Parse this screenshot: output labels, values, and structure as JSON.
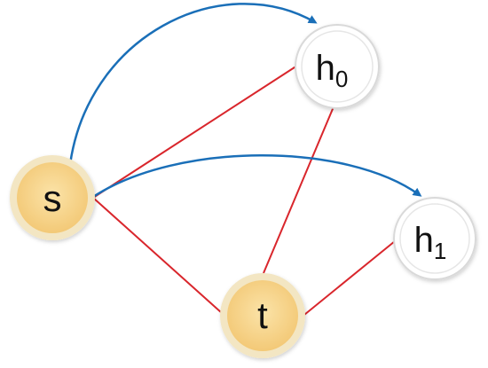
{
  "colors": {
    "red_edge": "#d9262c",
    "blue_edge": "#1a6fb8",
    "highlight_fill": "#f7d58c",
    "highlight_ring": "#f3e6c3",
    "plain_fill": "#ffffff",
    "plain_ring": "#d9d9d9"
  },
  "nodes": {
    "s": {
      "label": "s"
    },
    "t": {
      "label": "t"
    },
    "h0": {
      "label": "h",
      "subscript": "0"
    },
    "h1": {
      "label": "h",
      "subscript": "1"
    }
  },
  "edges": [
    {
      "from": "s",
      "to": "h0",
      "style": "red-line"
    },
    {
      "from": "s",
      "to": "t",
      "style": "red-line"
    },
    {
      "from": "t",
      "to": "h0",
      "style": "red-line"
    },
    {
      "from": "t",
      "to": "h1",
      "style": "red-line"
    },
    {
      "from": "s",
      "to": "h0",
      "style": "blue-arrow"
    },
    {
      "from": "s",
      "to": "h1",
      "style": "blue-arrow"
    }
  ]
}
